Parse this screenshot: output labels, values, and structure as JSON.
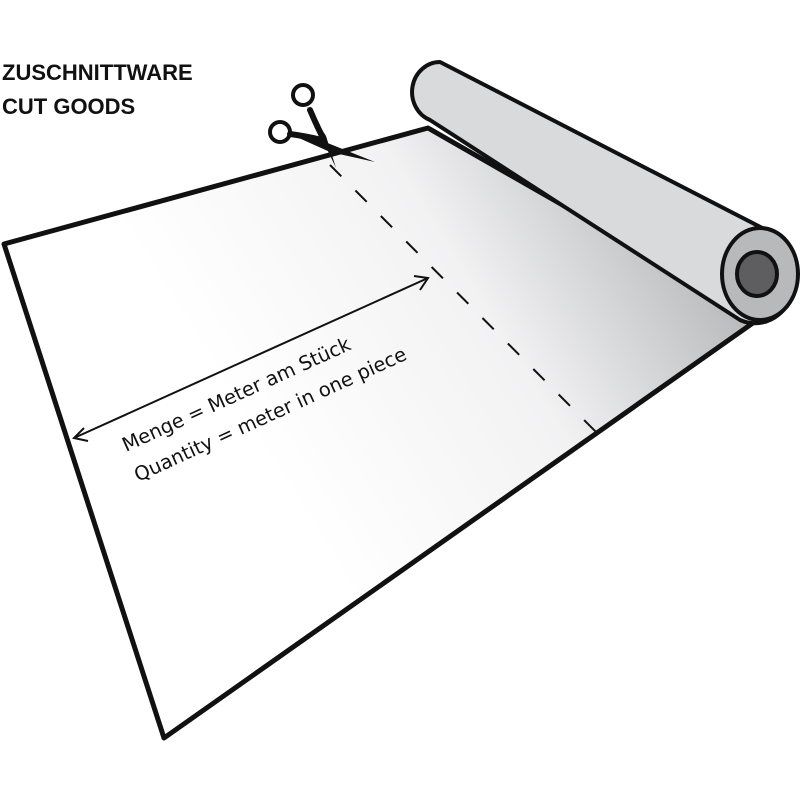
{
  "heading": {
    "line1": "ZUSCHNITTWARE",
    "line2": "CUT GOODS"
  },
  "measurement": {
    "label_de": "Menge = Meter am Stück",
    "label_en": "Quantity = meter in one piece"
  },
  "icons": {
    "scissors": "scissors-icon",
    "roll": "fabric-roll",
    "arrow": "double-arrow"
  },
  "colors": {
    "outline": "#111111",
    "roll_fill": "#d9dadc",
    "roll_end_ring": "#b8b9bb",
    "roll_core": "#5e5e60",
    "sheet_light": "#ffffff",
    "sheet_dark": "#bfc0c3"
  }
}
